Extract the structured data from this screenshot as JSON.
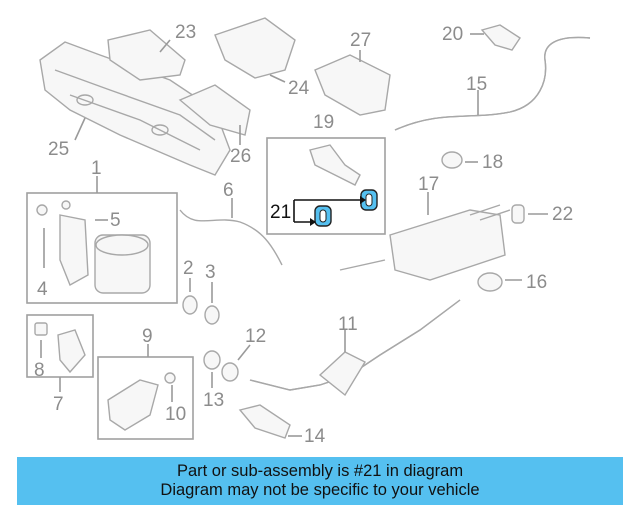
{
  "diagram": {
    "callouts": [
      "1",
      "2",
      "3",
      "4",
      "5",
      "6",
      "7",
      "8",
      "9",
      "10",
      "11",
      "12",
      "13",
      "14",
      "15",
      "16",
      "17",
      "18",
      "19",
      "20",
      "21",
      "22",
      "23",
      "24",
      "25",
      "26",
      "27"
    ],
    "highlight_color": "#55c0f0"
  },
  "banner": {
    "line1": "Part or sub-assembly is #21 in diagram",
    "line2": "Diagram may not be specific to your vehicle",
    "background": "#55c0f0"
  }
}
